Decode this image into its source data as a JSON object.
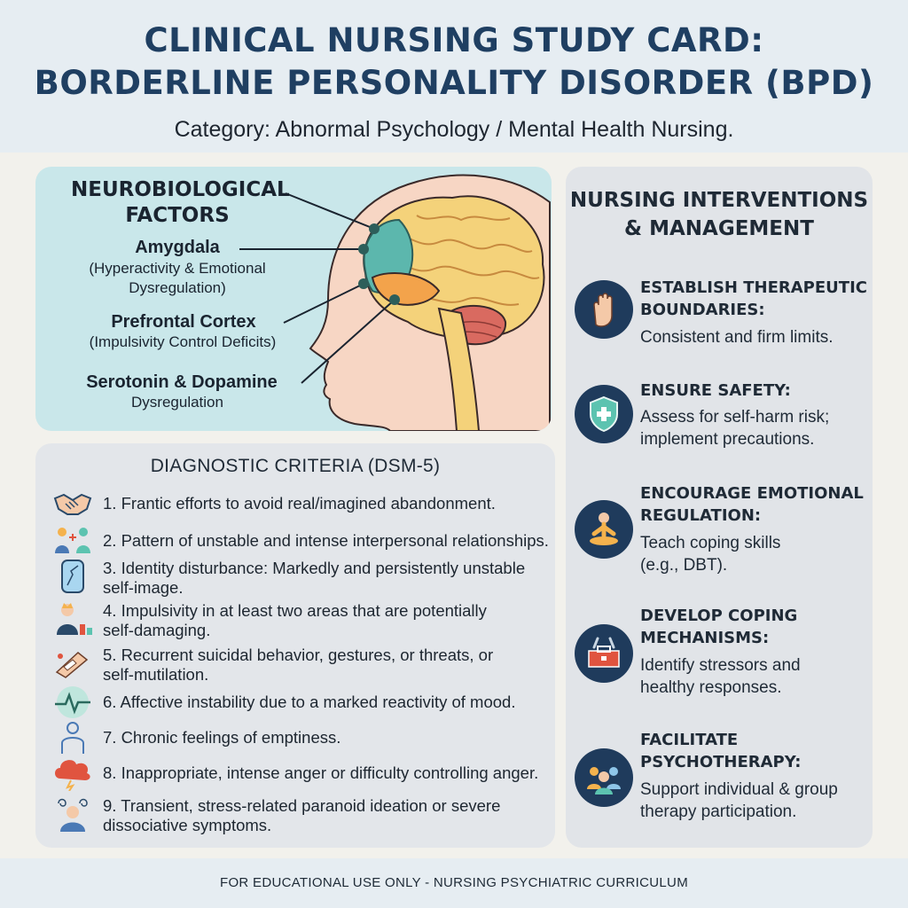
{
  "header": {
    "title_line1": "CLINICAL NURSING STUDY CARD:",
    "title_line2": "BORDERLINE PERSONALITY DISORDER (BPD)",
    "subtitle": "Category: Abnormal Psychology / Mental Health Nursing."
  },
  "neuro": {
    "title_line1": "NEUROBIOLOGICAL",
    "title_line2": "FACTORS",
    "amygdala_name": "Amygdala",
    "amygdala_desc_line1": "(Hyperactivity & Emotional",
    "amygdala_desc_line2": "Dysregulation)",
    "pfc_name": "Prefrontal Cortex",
    "pfc_desc": "(Impulsivity Control Deficits)",
    "sd_name": "Serotonin & Dopamine",
    "sd_desc": "Dysregulation"
  },
  "diagnostic": {
    "title": "DIAGNOSTIC CRITERIA (DSM-5)",
    "criteria": [
      {
        "line1": "1. Frantic efforts to avoid real/imagined abandonment.",
        "line2": "",
        "icon": "handshake-icon"
      },
      {
        "line1": "2. Pattern of unstable and intense interpersonal relationships.",
        "line2": "",
        "icon": "people-conflict-icon"
      },
      {
        "line1": "3. Identity disturbance: Markedly and persistently unstable",
        "line2": "self-image.",
        "icon": "broken-mirror-icon"
      },
      {
        "line1": "4. Impulsivity in at least two areas that are potentially",
        "line2": "self-damaging.",
        "icon": "impulsive-person-icon"
      },
      {
        "line1": "5. Recurrent suicidal behavior, gestures, or threats, or",
        "line2": "self-mutilation.",
        "icon": "bandaged-wrist-icon"
      },
      {
        "line1": "6. Affective instability due to a marked reactivity of mood.",
        "line2": "",
        "icon": "heartbeat-icon"
      },
      {
        "line1": "7. Chronic feelings of emptiness.",
        "line2": "",
        "icon": "empty-person-icon"
      },
      {
        "line1": "8. Inappropriate, intense anger or difficulty controlling anger.",
        "line2": "",
        "icon": "storm-cloud-icon"
      },
      {
        "line1": "9. Transient, stress-related paranoid ideation or severe",
        "line2": "dissociative symptoms.",
        "icon": "dizzy-person-icon"
      }
    ]
  },
  "interventions": {
    "title_line1": "NURSING INTERVENTIONS",
    "title_line2": "& MANAGEMENT",
    "items": [
      {
        "h1": "ESTABLISH THERAPEUTIC",
        "h2": "BOUNDARIES:",
        "d1": "Consistent and firm limits.",
        "d2": "",
        "icon": "stop-hand-icon"
      },
      {
        "h1": "ENSURE SAFETY:",
        "h2": "",
        "d1": "Assess for self-harm risk;",
        "d2": "implement precautions.",
        "icon": "shield-cross-icon"
      },
      {
        "h1": "ENCOURAGE EMOTIONAL",
        "h2": "REGULATION:",
        "d1": "Teach coping skills",
        "d2": "(e.g., DBT).",
        "icon": "meditation-icon"
      },
      {
        "h1": "DEVELOP COPING",
        "h2": "MECHANISMS:",
        "d1": "Identify stressors and",
        "d2": "healthy responses.",
        "icon": "toolbox-icon"
      },
      {
        "h1": "FACILITATE",
        "h2": "PSYCHOTHERAPY:",
        "d1": "Support individual & group",
        "d2": "therapy participation.",
        "icon": "group-therapy-icon"
      }
    ]
  },
  "footer": {
    "text": "FOR EDUCATIONAL USE ONLY - NURSING PSYCHIATRIC CURRICULUM"
  }
}
